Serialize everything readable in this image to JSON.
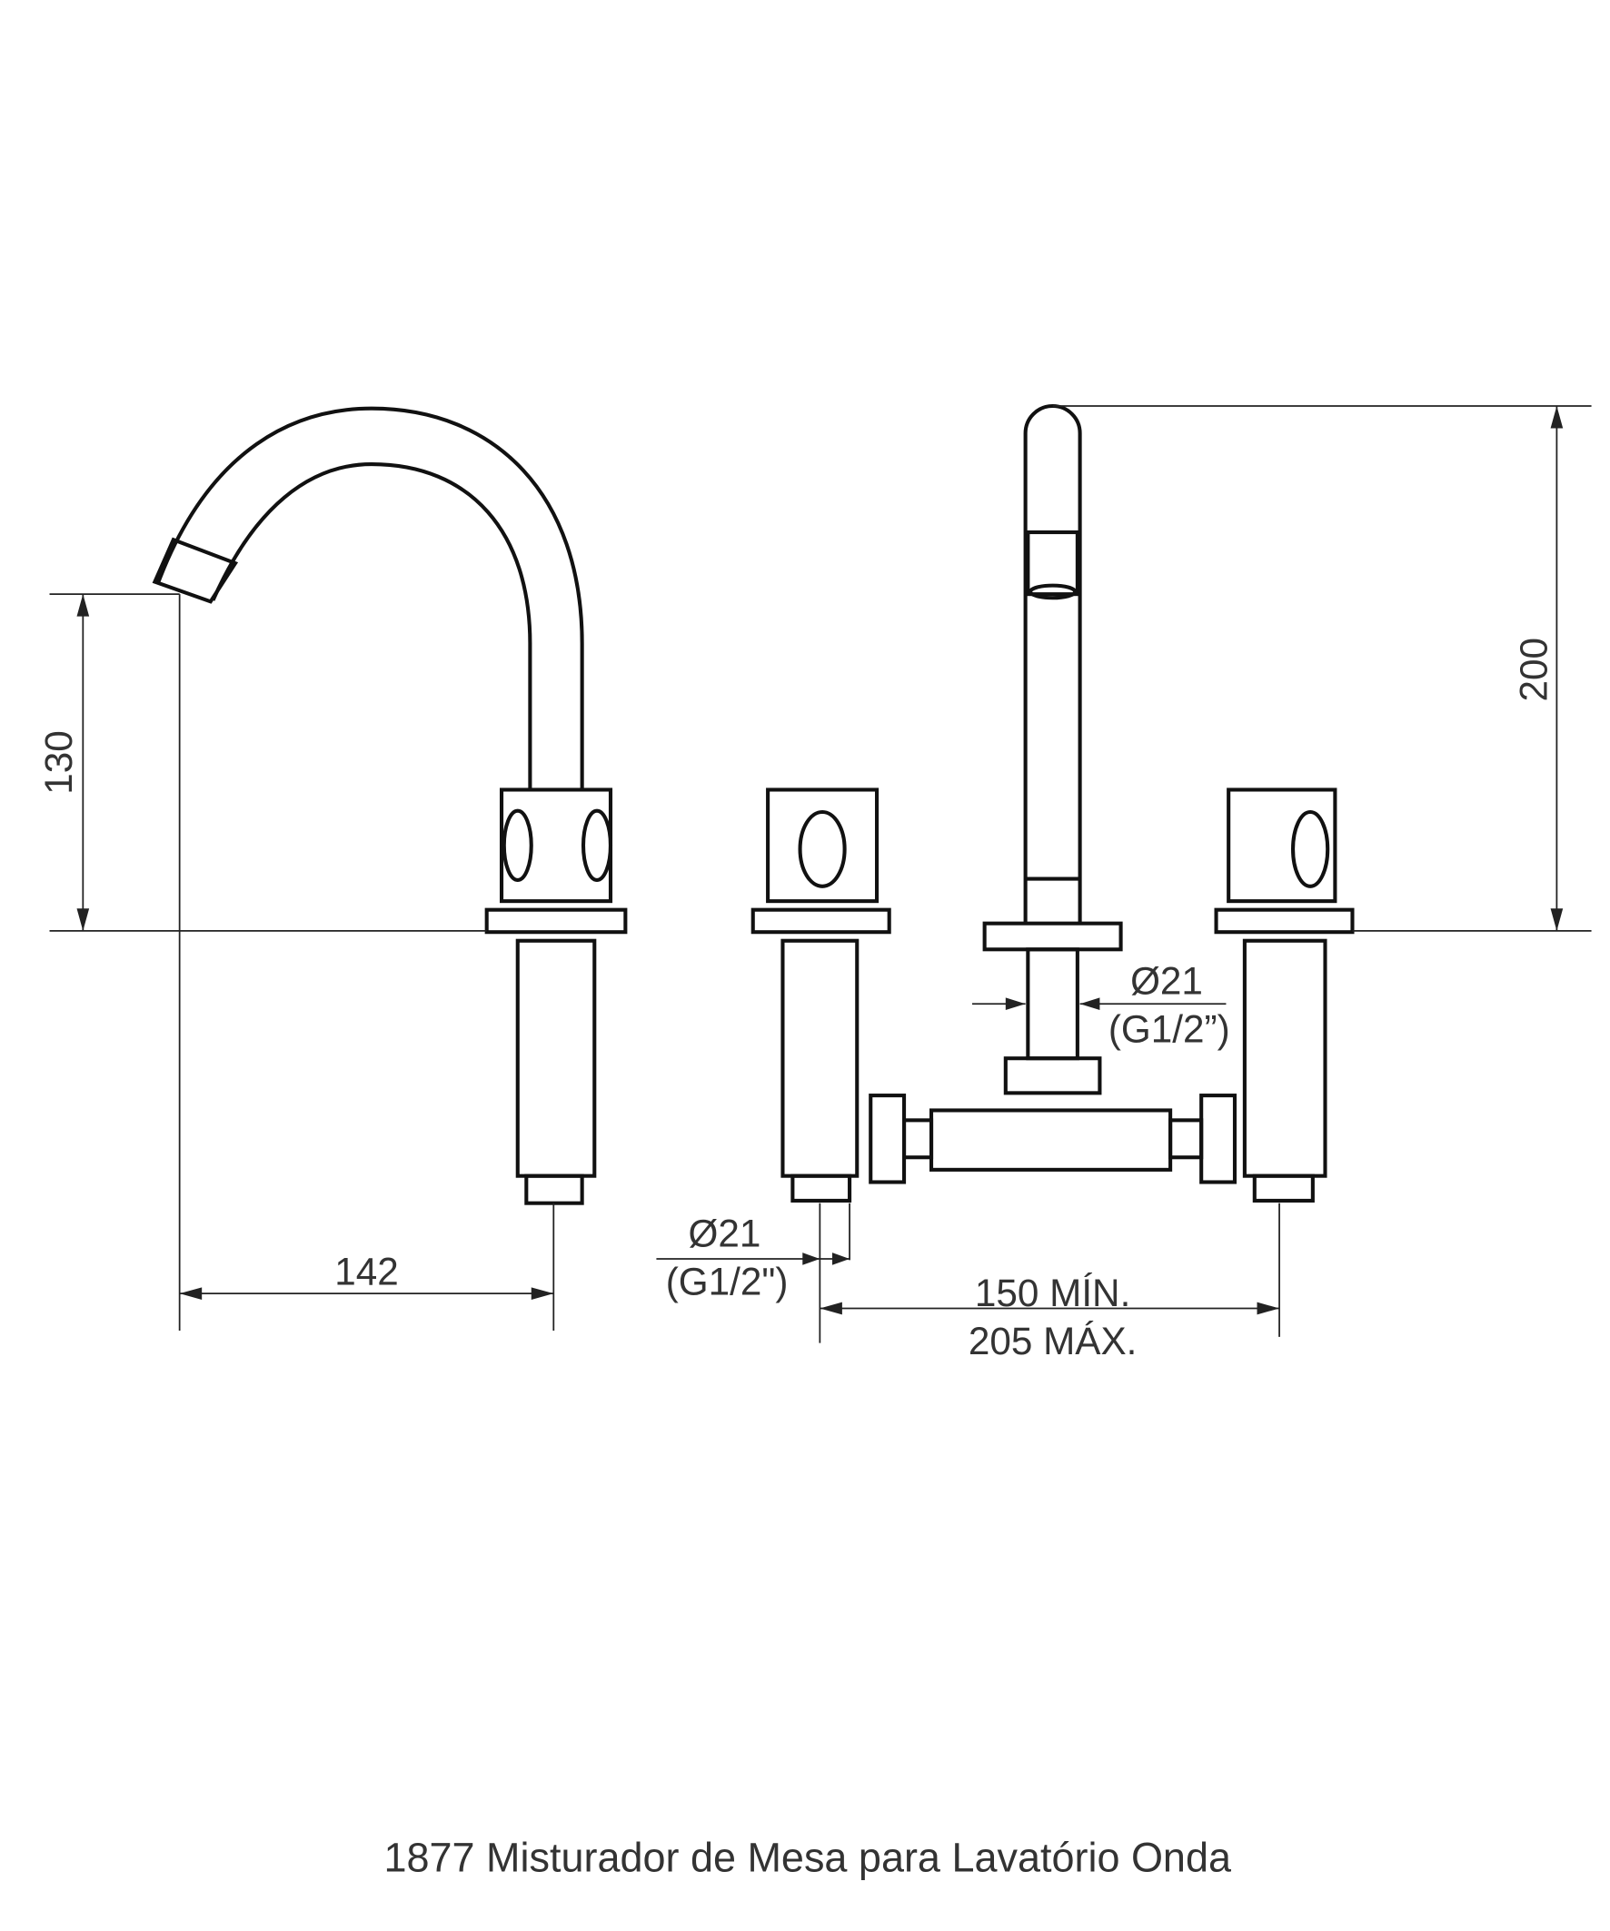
{
  "dimensions": {
    "spout_height": "130",
    "total_height": "200",
    "spout_reach": "142",
    "spout_pipe_diameter": "Ø21",
    "spout_pipe_thread": "(G1/2”)",
    "valve_pipe_diameter": "Ø21",
    "valve_pipe_thread": "(G1/2\")",
    "spacing_min": "150 MÍN.",
    "spacing_max": "205 MÁX."
  },
  "caption": "1877 Misturador de Mesa para Lavatório Onda"
}
